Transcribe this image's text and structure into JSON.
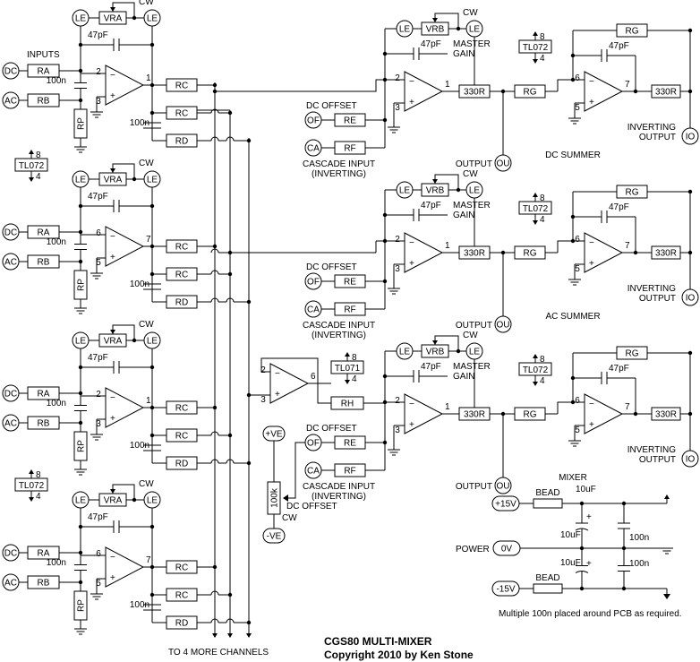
{
  "labels": {
    "le": "LE",
    "vra": "VRA",
    "vrb": "VRB",
    "cw": "CW",
    "cap47": "47pF",
    "cap100n": "100n",
    "cap10u": "10uF",
    "dc": "DC",
    "ac": "AC",
    "ra": "RA",
    "rb": "RB",
    "rp": "RP",
    "rc": "RC",
    "rd": "RD",
    "re": "RE",
    "rf": "RF",
    "rg": "RG",
    "rh": "RH",
    "of": "OF",
    "ca": "CA",
    "ou": "OU",
    "io": "IO",
    "r330": "330R",
    "r100k": "100k",
    "pve": "+VE",
    "nve": "-VE",
    "p15": "+15V",
    "n15": "-15V",
    "zerov": "0V",
    "bead": "BEAD",
    "tl072": "TL072",
    "tl071": "TL071",
    "pin1": "1",
    "pin2": "2",
    "pin3": "3",
    "pin4": "4",
    "pin5": "5",
    "pin6": "6",
    "pin7": "7",
    "pin8": "8",
    "minus": "−",
    "plus": "+"
  },
  "texts": {
    "inputs": "INPUTS",
    "dc_offset": "DC OFFSET",
    "cascade_input": "CASCADE INPUT",
    "inverting_paren": "(INVERTING)",
    "output": "OUTPUT",
    "master": "MASTER",
    "gain": "GAIN",
    "inverting": "INVERTING",
    "dc_summer": "DC SUMMER",
    "ac_summer": "AC SUMMER",
    "mixer": "MIXER",
    "power": "POWER",
    "multiple_note": "Multiple 100n placed around PCB as required.",
    "to_more": "TO 4 MORE CHANNELS",
    "title": "CGS80 MULTI-MIXER",
    "copyright": "Copyright 2010 by Ken Stone"
  }
}
